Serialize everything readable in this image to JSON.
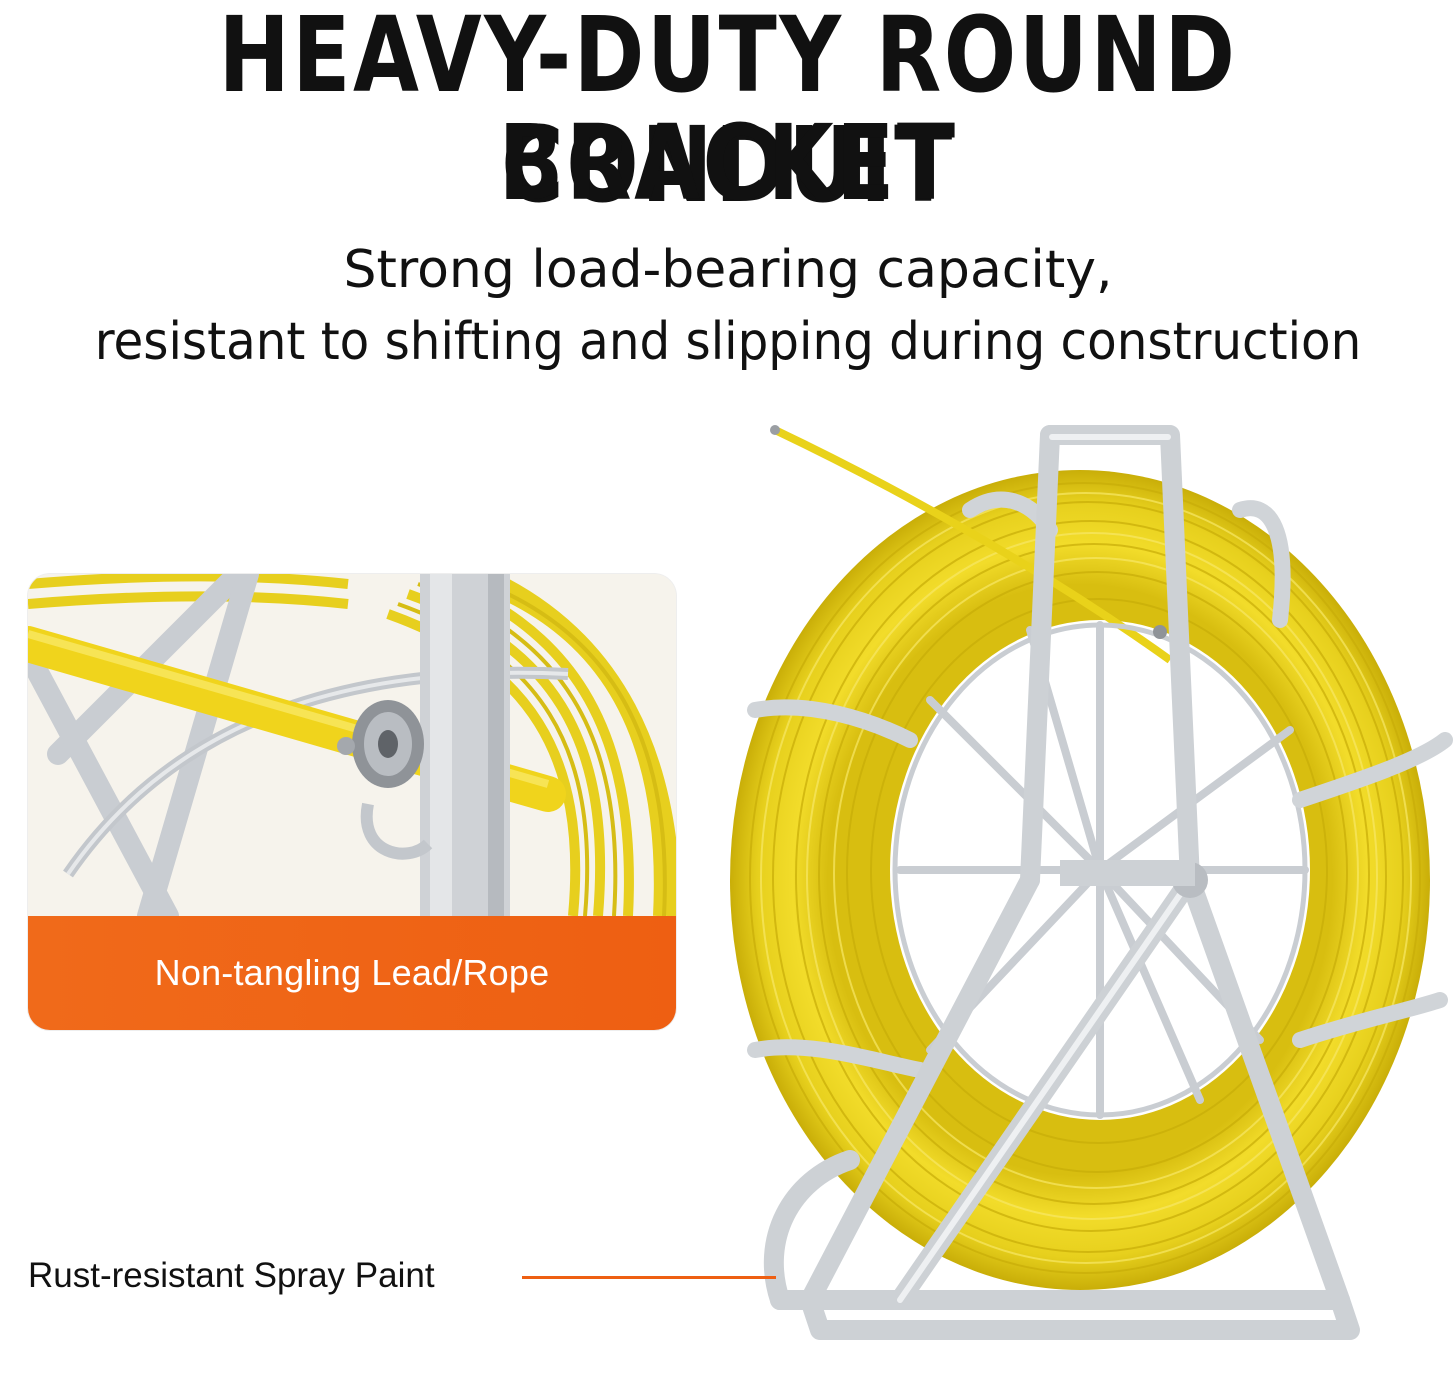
{
  "headline": {
    "line1": "HEAVY-DUTY ROUND CONDUIT",
    "line2": "BRACKET"
  },
  "subtitle": {
    "line1": "Strong load-bearing capacity,",
    "line2": "resistant to shifting and slipping during construction"
  },
  "inset": {
    "caption": "Non-tangling Lead/Rope",
    "banner_color": "#ee5f12"
  },
  "callout": {
    "label": "Rust-resistant Spray Paint",
    "line_color": "#ee5f12"
  },
  "colors": {
    "rod_yellow": "#e9d21a",
    "frame_silver": "#c9cdd2",
    "text": "#111111"
  }
}
